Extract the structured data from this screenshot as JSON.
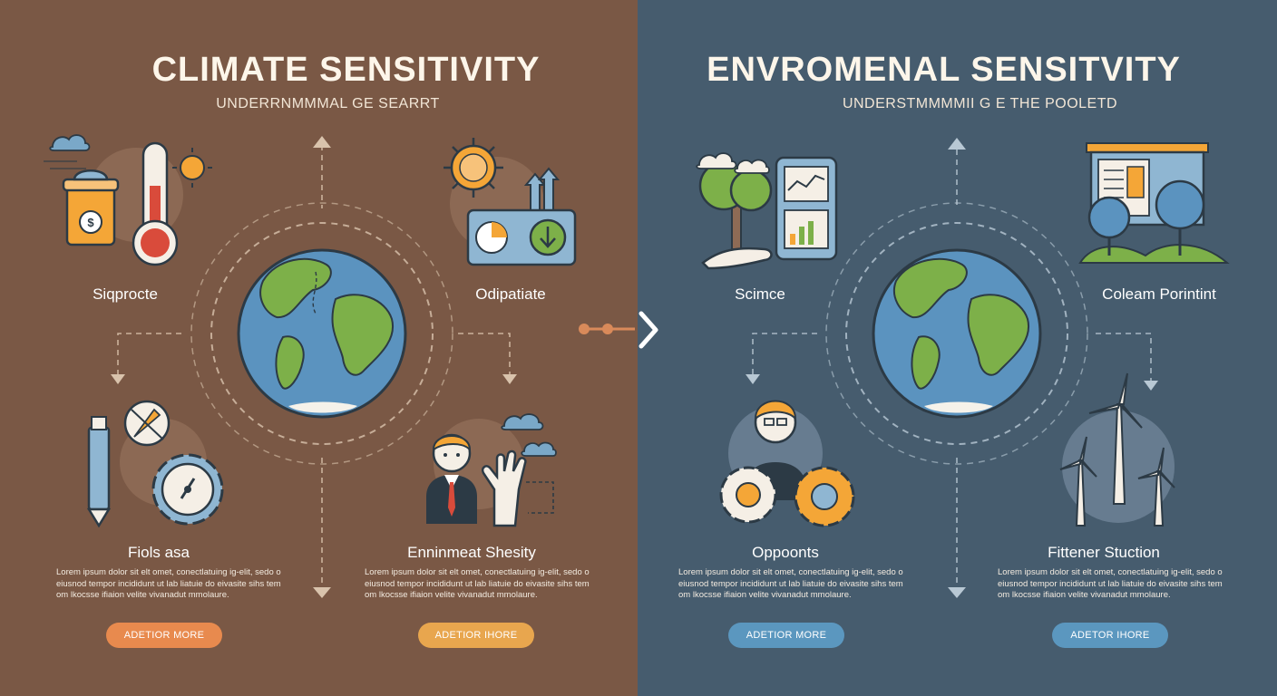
{
  "colors": {
    "left_bg": "#7a5845",
    "right_bg": "#465c6e",
    "orange_button": "#e88a4e",
    "amber_button": "#e8a64e",
    "blue_button": "#5b97bf"
  },
  "left": {
    "title": "CLIMATE SENSITIVITY",
    "subtitle": "UNDERRNMMMAL GE SEARRT",
    "labels": [
      "Siqprocte",
      "Odipatiate"
    ],
    "cards": [
      {
        "title": "Fiols asa",
        "body": "Lorem ipsum dolor sit elt omet, conectlatuing ig-elit, sedo o eiusnod tempor incididunt ut lab liatuie do eivasite sihs tem om lkocsse ifiaion velite vivanadut mmolaure.",
        "button": "ADETIOR MORE"
      },
      {
        "title": "Enninmeat Shesity",
        "body": "Lorem ipsum dolor sit elt omet, conectlatuing ig-elit, sedo o eiusnod tempor incididunt ut lab liatuie do eivasite sihs tem om lkocsse ifiaion velite vivanadut mmolaure.",
        "button": "ADETIOR IHORE"
      }
    ]
  },
  "right": {
    "title": "ENVROMENAL SENSITVITY",
    "subtitle": "UNDERSTMMMMII G E THE POOLETD",
    "labels": [
      "Scimce",
      "Coleam Porintint"
    ],
    "cards": [
      {
        "title": "Oppoonts",
        "body": "Lorem ipsum dolor sit elt omet, conectlatuing ig-elit, sedo o eiusnod tempor incididunt ut lab liatuie do eivasite sihs tem om lkocsse ifiaion velite vivanadut mmolaure.",
        "button": "ADETIOR MORE"
      },
      {
        "title": "Fittener Stuction",
        "body": "Lorem ipsum dolor sit elt omet, conectlatuing ig-elit, sedo o eiusnod tempor incididunt ut lab liatuie do eivasite sihs tem om lkocsse ifiaion velite vivanadut mmolaure.",
        "button": "ADETOR IHORE"
      }
    ]
  },
  "icons": [
    "cloud-icon",
    "money-jar-icon",
    "thermometer-icon",
    "sun-icon",
    "dashboard-icon",
    "pencil-icon",
    "compass-icon",
    "gear-icon",
    "person-icon",
    "hand-icon",
    "tree-icon",
    "tablet-chart-icon",
    "billboard-icon",
    "earth-globe-icon",
    "engineer-icon",
    "wind-turbine-icon",
    "arrow-connector-icon",
    "chevron-right-icon"
  ]
}
